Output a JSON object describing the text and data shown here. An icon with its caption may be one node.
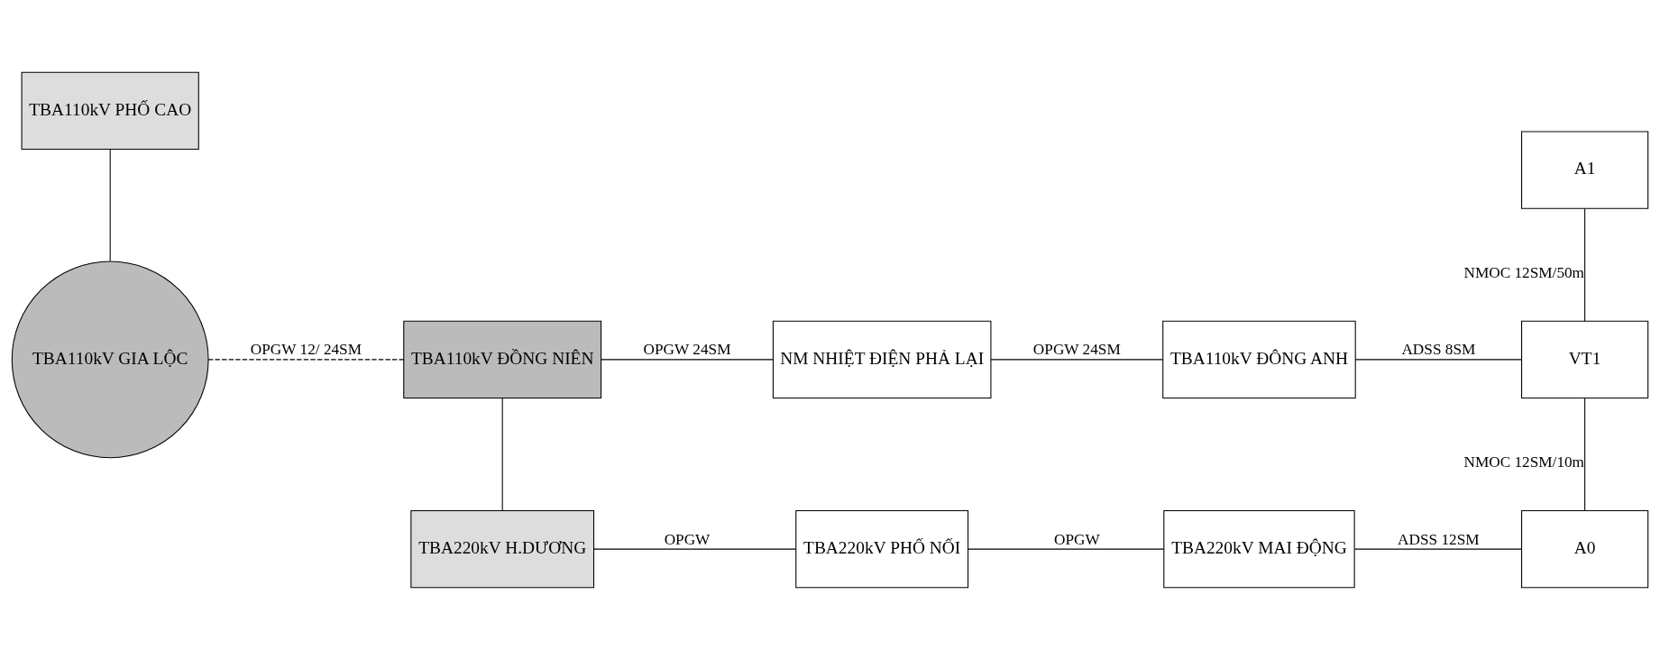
{
  "diagram": {
    "nodes": [
      {
        "text": [
          "TBA110kV PHỐ CAO"
        ]
      },
      {
        "text": [
          "A1"
        ]
      },
      {
        "text": [
          "TBA110kV GIA LỘC"
        ]
      },
      {
        "text": [
          "TBA110kV ĐỒNG NIÊN"
        ]
      },
      {
        "text": [
          "NM NHIỆT ĐIỆN PHẢ LẠI"
        ]
      },
      {
        "text": [
          "TBA110kV ĐÔNG ANH"
        ]
      },
      {
        "text": [
          "VT1"
        ]
      },
      {
        "text": [
          "TBA220kV H.DƯƠNG"
        ]
      },
      {
        "text": [
          "TBA220kV PHỐ NỐI"
        ]
      },
      {
        "text": [
          "TBA220kV MAI ĐỘNG"
        ]
      },
      {
        "text": [
          "A0"
        ]
      }
    ],
    "edges": [
      {
        "from": 0,
        "to": 2,
        "arrow": "none"
      },
      {
        "from": 2,
        "to": 3,
        "arrow": "none",
        "label": "OPGW 12/ 24SM",
        "style": "dashed"
      },
      {
        "from": 3,
        "to": 4,
        "arrow": "none",
        "label": "OPGW 24SM"
      },
      {
        "from": 4,
        "to": 5,
        "arrow": "none",
        "label": "OPGW 24SM"
      },
      {
        "from": 5,
        "to": 6,
        "arrow": "none",
        "label": "ADSS 8SM"
      },
      {
        "from": 1,
        "to": 6,
        "arrow": "none",
        "label": "NMOC 12SM/50m"
      },
      {
        "from": 6,
        "to": 10,
        "arrow": "none",
        "label": "NMOC 12SM/10m"
      },
      {
        "from": 3,
        "to": 7,
        "arrow": "none"
      },
      {
        "from": 7,
        "to": 8,
        "arrow": "none",
        "label": "OPGW"
      },
      {
        "from": 8,
        "to": 9,
        "arrow": "none",
        "label": "OPGW"
      },
      {
        "from": 9,
        "to": 10,
        "arrow": "none",
        "label": "ADSS 12SM"
      }
    ]
  }
}
